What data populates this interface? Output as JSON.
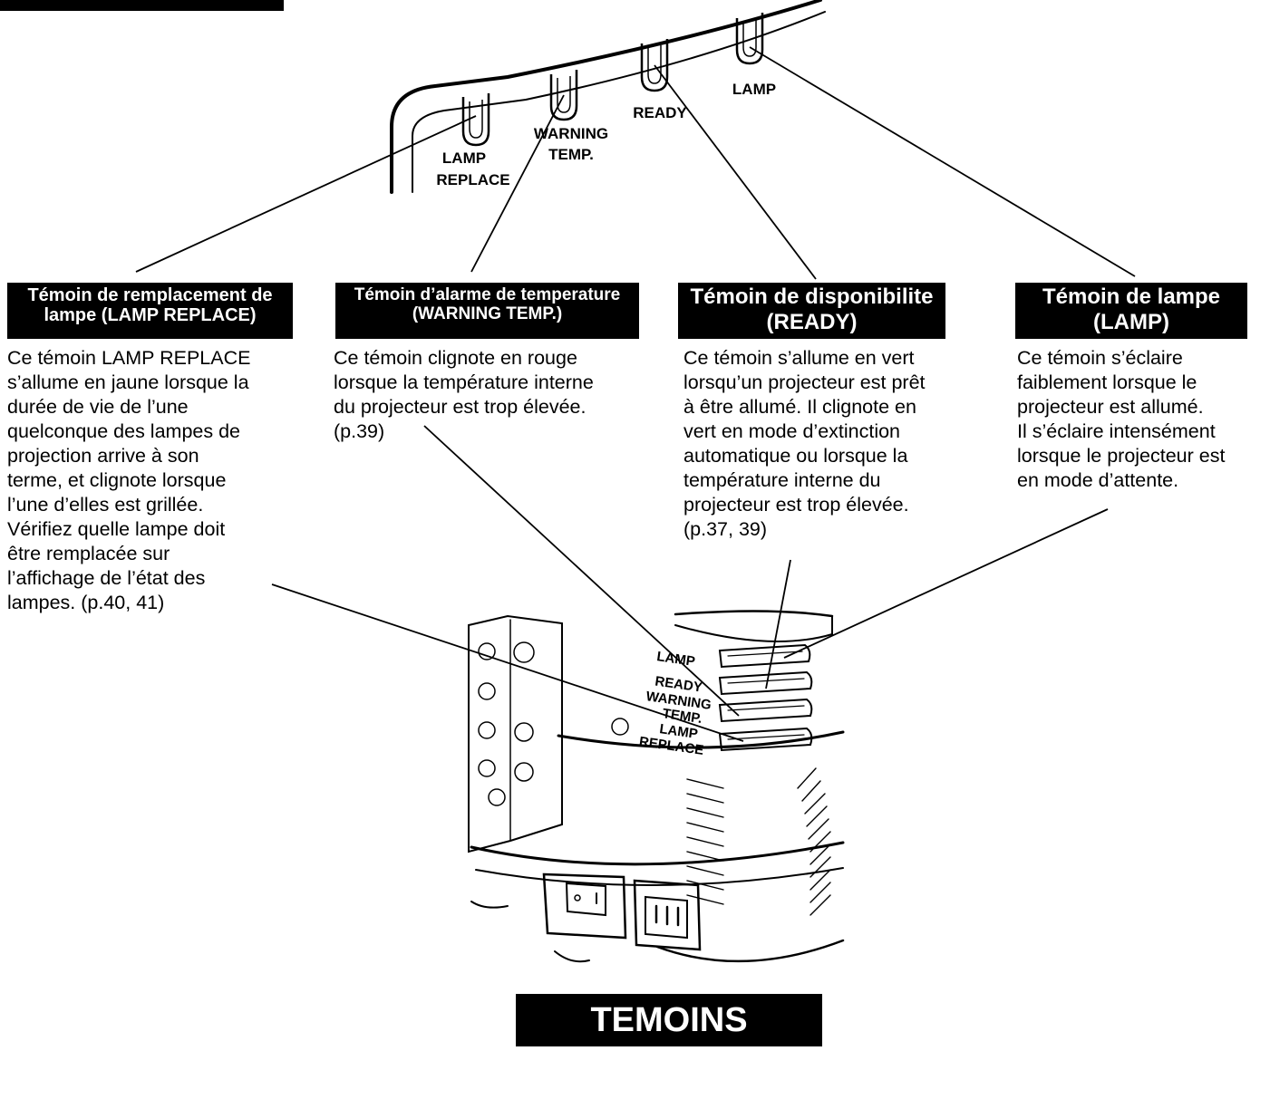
{
  "panel_labels": {
    "lamp_replace_line1": "LAMP",
    "lamp_replace_line2": "REPLACE",
    "warning_line1": "WARNING",
    "warning_line2": "TEMP.",
    "ready": "READY",
    "lamp": "LAMP"
  },
  "rear_labels": {
    "lamp": "LAMP",
    "ready": "READY",
    "warning_line1": "WARNING",
    "warning_line2": "TEMP.",
    "lamp_replace_line1": "LAMP",
    "lamp_replace_line2": "REPLACE"
  },
  "indicators": [
    {
      "title_line1": "Témoin de remplacement de",
      "title_line2": "lampe (LAMP REPLACE)",
      "description": "Ce témoin LAMP REPLACE\ns’allume en jaune lorsque la\ndurée de vie de l’une\nquelconque des lampes de\nprojection arrive à son\nterme, et clignote lorsque\nl’une d’elles est grillée.\nVérifiez quelle lampe doit\nêtre remplacée sur\nl’affichage de l’état des\nlampes. (p.40, 41)"
    },
    {
      "title_line1": "Témoin d’alarme de temperature",
      "title_line2": "(WARNING TEMP.)",
      "description": "Ce témoin clignote en rouge\nlorsque la température interne\ndu projecteur est trop élevée.\n(p.39)"
    },
    {
      "title_line1": "Témoin de disponibilite",
      "title_line2": "(READY)",
      "description": "Ce témoin s’allume en vert\nlorsqu’un projecteur est prêt\nà être allumé. Il clignote en\nvert en mode d’extinction\nautomatique ou lorsque la\ntempérature interne du\nprojecteur est trop élevée.\n(p.37, 39)"
    },
    {
      "title_line1": "Témoin de lampe",
      "title_line2": "(LAMP)",
      "description": "Ce témoin s’éclaire\nfaiblement lorsque le\nprojecteur est allumé.\nIl s’éclaire intensément\nlorsque le projecteur est\nen mode d’attente."
    }
  ],
  "footer": {
    "title": "TEMOINS ARRIERE"
  }
}
